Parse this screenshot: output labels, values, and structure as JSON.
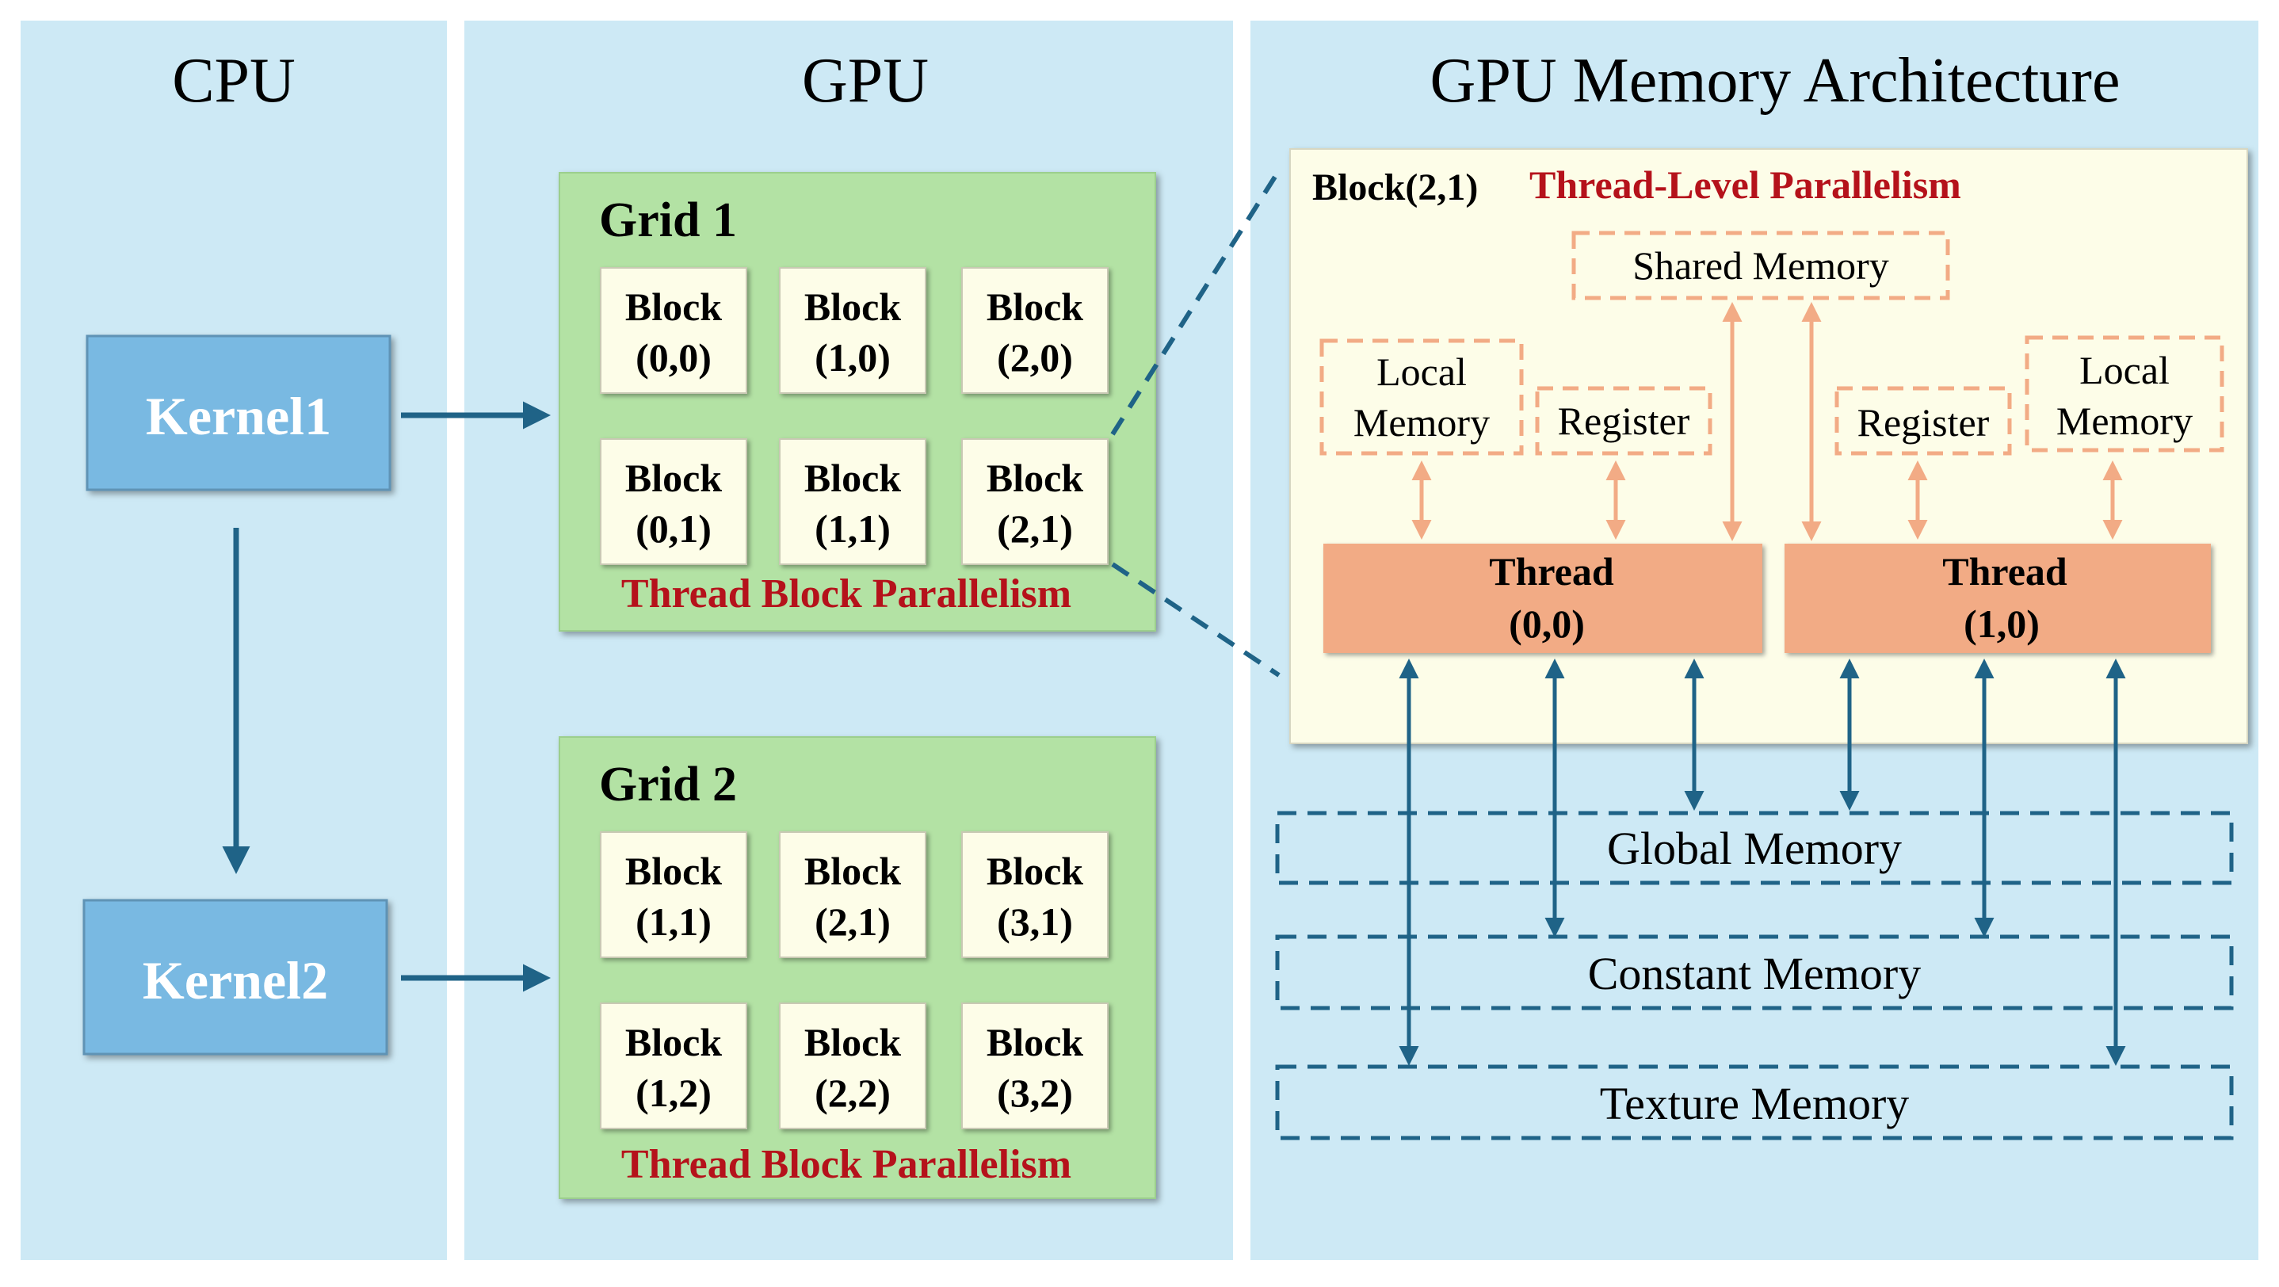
{
  "panels": {
    "cpu": {
      "title": "CPU"
    },
    "gpu": {
      "title": "GPU"
    },
    "memory": {
      "title": "GPU Memory Architecture"
    }
  },
  "kernels": [
    {
      "label": "Kernel1"
    },
    {
      "label": "Kernel2"
    }
  ],
  "grids": [
    {
      "label": "Grid 1",
      "footer": "Thread Block Parallelism",
      "blocks": [
        {
          "line1": "Block",
          "line2": "(0,0)"
        },
        {
          "line1": "Block",
          "line2": "(1,0)"
        },
        {
          "line1": "Block",
          "line2": "(2,0)"
        },
        {
          "line1": "Block",
          "line2": "(0,1)"
        },
        {
          "line1": "Block",
          "line2": "(1,1)"
        },
        {
          "line1": "Block",
          "line2": "(2,1)"
        }
      ]
    },
    {
      "label": "Grid 2",
      "footer": "Thread Block Parallelism",
      "blocks": [
        {
          "line1": "Block",
          "line2": "(1,1)"
        },
        {
          "line1": "Block",
          "line2": "(2,1)"
        },
        {
          "line1": "Block",
          "line2": "(3,1)"
        },
        {
          "line1": "Block",
          "line2": "(1,2)"
        },
        {
          "line1": "Block",
          "line2": "(2,2)"
        },
        {
          "line1": "Block",
          "line2": "(3,2)"
        }
      ]
    }
  ],
  "block_detail": {
    "label": "Block(2,1)",
    "parallelism": "Thread-Level Parallelism",
    "shared_memory": "Shared Memory",
    "local_memory": {
      "line1": "Local",
      "line2": "Memory"
    },
    "register": "Register",
    "threads": [
      {
        "line1": "Thread",
        "line2": "(0,0)"
      },
      {
        "line1": "Thread",
        "line2": "(1,0)"
      }
    ]
  },
  "global_memories": [
    {
      "label": "Global Memory"
    },
    {
      "label": "Constant Memory"
    },
    {
      "label": "Texture Memory"
    }
  ],
  "colors": {
    "panel_bg": "#cde9f5",
    "kernel_fill": "#79b9e2",
    "grid_fill": "#b3e2a4",
    "block_fill": "#fdfde8",
    "detail_fill": "#fdfde8",
    "thread_fill": "#f2ab85",
    "dash_orange": "#f2ab85",
    "accent_red": "#b5121b",
    "arrow_blue": "#1f6387"
  }
}
